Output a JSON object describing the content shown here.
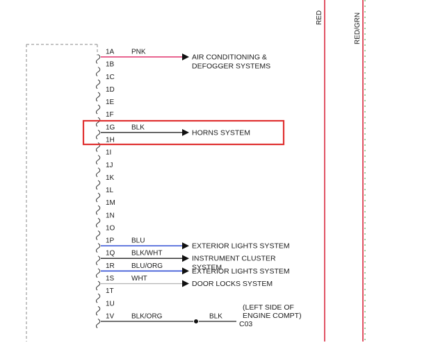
{
  "rails": [
    {
      "label": "RED",
      "color": "#d9263c"
    },
    {
      "label": "RED/GRN",
      "color": "#d9263c",
      "stripe": "#3a9a3a"
    }
  ],
  "pins": [
    "1A",
    "1B",
    "1C",
    "1D",
    "1E",
    "1F",
    "1G",
    "1H",
    "1I",
    "1J",
    "1K",
    "1L",
    "1M",
    "1N",
    "1O",
    "1P",
    "1Q",
    "1R",
    "1S",
    "1T",
    "1U",
    "1V"
  ],
  "circuits": [
    {
      "pin": "1A",
      "wire": "PNK",
      "color": "#e0306a",
      "dest": [
        "AIR CONDITIONING &",
        "DEFOGGER SYSTEMS"
      ]
    },
    {
      "pin": "1G",
      "wire": "BLK",
      "color": "#222222",
      "dest": [
        "HORNS SYSTEM"
      ]
    },
    {
      "pin": "1P",
      "wire": "BLU",
      "color": "#1f3fd0",
      "dest": [
        "EXTERIOR LIGHTS SYSTEM"
      ]
    },
    {
      "pin": "1Q",
      "wire": "BLK/WHT",
      "color": "#333333",
      "dest": [
        "INSTRUMENT CLUSTER",
        "SYSTEM"
      ]
    },
    {
      "pin": "1R",
      "wire": "BLU/ORG",
      "color": "#1f3fd0",
      "dest": [
        "EXTERIOR LIGHTS SYSTEM"
      ]
    },
    {
      "pin": "1S",
      "wire": "WHT",
      "color": "#b8b8b8",
      "dest": [
        "DOOR LOCKS SYSTEM"
      ]
    }
  ],
  "bottom": {
    "pin": "1V",
    "wire_left": "BLK/ORG",
    "wire_right": "BLK",
    "note": [
      "(LEFT SIDE OF",
      "ENGINE COMPT)"
    ],
    "connector": "C03"
  },
  "highlight": {
    "circuit": "1G",
    "color": "#e03030"
  }
}
